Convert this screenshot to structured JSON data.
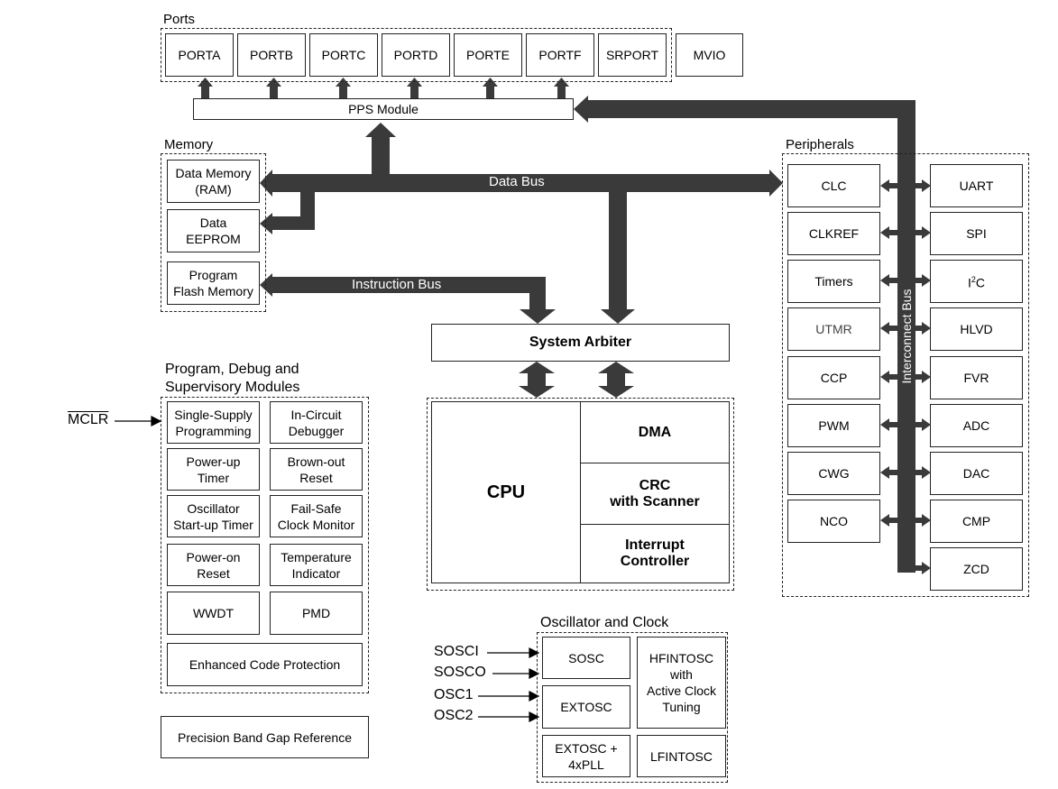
{
  "ports": {
    "title": "Ports",
    "items": [
      "PORTA",
      "PORTB",
      "PORTC",
      "PORTD",
      "PORTE",
      "PORTF",
      "SRPORT"
    ],
    "mvio": "MVIO"
  },
  "pps": {
    "label": "PPS Module"
  },
  "memory": {
    "title": "Memory",
    "data_memory": "Data Memory\n(RAM)",
    "data_eeprom": "Data\nEEPROM",
    "program_flash": "Program\nFlash Memory"
  },
  "buses": {
    "data_bus": "Data Bus",
    "instruction_bus": "Instruction Bus",
    "interconnect_bus": "Interconnect Bus"
  },
  "system_arbiter": "System Arbiter",
  "core": {
    "cpu": "CPU",
    "dma": "DMA",
    "crc": "CRC\nwith Scanner",
    "interrupt": "Interrupt\nController"
  },
  "peripherals": {
    "title": "Peripherals",
    "left": [
      "CLC",
      "CLKREF",
      "Timers",
      "UTMR",
      "CCP",
      "PWM",
      "CWG",
      "NCO"
    ],
    "right": [
      "UART",
      "SPI",
      "I2C",
      "HLVD",
      "FVR",
      "ADC",
      "DAC",
      "CMP",
      "ZCD"
    ]
  },
  "program_debug": {
    "title": "Program, Debug and\nSupervisory Modules",
    "mclr": "MCLR",
    "items": [
      "Single-Supply\nProgramming",
      "In-Circuit\nDebugger",
      "Power-up\nTimer",
      "Brown-out\nReset",
      "Oscillator\nStart-up Timer",
      "Fail-Safe\nClock Monitor",
      "Power-on\nReset",
      "Temperature\nIndicator",
      "WWDT",
      "PMD"
    ],
    "enhanced_code_protection": "Enhanced Code Protection"
  },
  "precision_band_gap": "Precision Band Gap Reference",
  "oscillator": {
    "title": "Oscillator and Clock",
    "inputs": [
      "SOSCI",
      "SOSCO",
      "OSC1",
      "OSC2"
    ],
    "sosc": "SOSC",
    "extosc": "EXTOSC",
    "extosc_pll": "EXTOSC +\n4xPLL",
    "hfintosc": "HFINTOSC\nwith\nActive Clock\nTuning",
    "lfintosc": "LFINTOSC"
  }
}
